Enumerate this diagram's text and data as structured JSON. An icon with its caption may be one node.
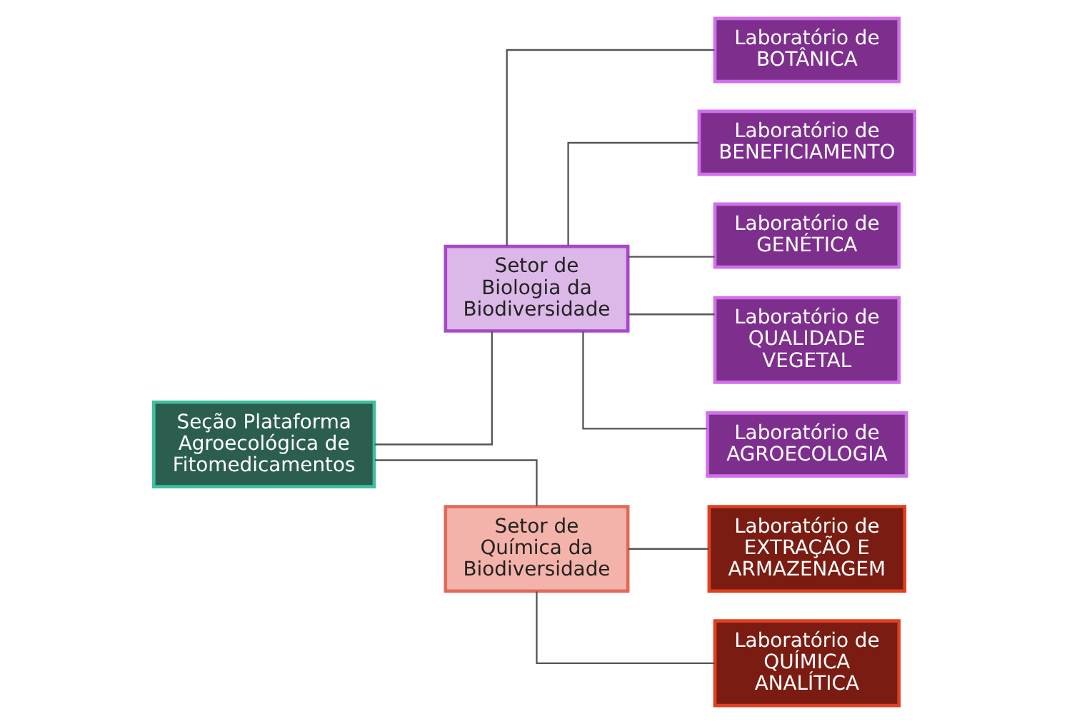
{
  "diagram": {
    "nodes": [
      {
        "text": [
          "Seção Plataforma Agroecológica de Fitomedicamentos"
        ]
      },
      {
        "text": [
          "Setor de Biologia da Biodiversidade"
        ]
      },
      {
        "text": [
          "Setor de Química da Biodiversidade"
        ]
      },
      {
        "text": [
          "Laboratório de BOTÂNICA"
        ]
      },
      {
        "text": [
          "Laboratório de BENEFICIAMENTO"
        ]
      },
      {
        "text": [
          "Laboratório de GENÉTICA"
        ]
      },
      {
        "text": [
          "Laboratório de QUALIDADE VEGETAL"
        ]
      },
      {
        "text": [
          "Laboratório de AGROECOLOGIA"
        ]
      },
      {
        "text": [
          "Laboratório de EXTRAÇÃO E ARMAZENAGEM"
        ]
      },
      {
        "text": [
          "Laboratório de QUÍMICA ANALÍTICA"
        ]
      }
    ],
    "edges": [
      {
        "from": 0,
        "to": 1,
        "arrow": "none"
      },
      {
        "from": 0,
        "to": 2,
        "arrow": "none"
      },
      {
        "from": 1,
        "to": 3,
        "arrow": "none"
      },
      {
        "from": 1,
        "to": 4,
        "arrow": "none"
      },
      {
        "from": 1,
        "to": 5,
        "arrow": "none"
      },
      {
        "from": 1,
        "to": 6,
        "arrow": "none"
      },
      {
        "from": 1,
        "to": 7,
        "arrow": "none"
      },
      {
        "from": 2,
        "to": 8,
        "arrow": "none"
      },
      {
        "from": 2,
        "to": 9,
        "arrow": "none"
      }
    ]
  }
}
